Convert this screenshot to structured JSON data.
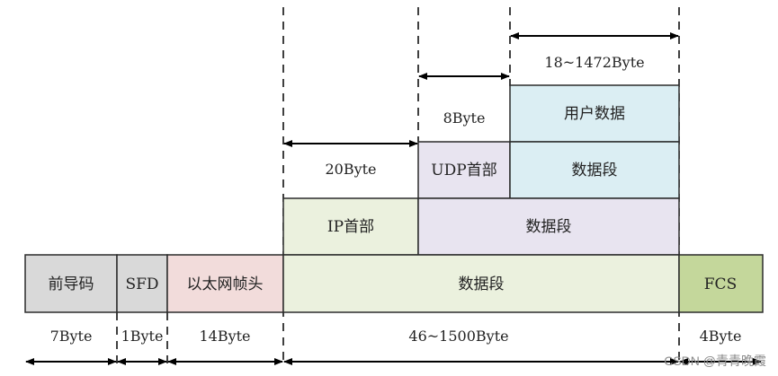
{
  "frame_row": {
    "preamble": "前导码",
    "sfd": "SFD",
    "eth_header": "以太网帧头",
    "data": "数据段",
    "fcs": "FCS"
  },
  "ip_row": {
    "ip_header": "IP首部",
    "data": "数据段"
  },
  "udp_row": {
    "udp_header": "UDP首部",
    "data": "数据段"
  },
  "user_row": {
    "user_data": "用户数据"
  },
  "sizes": {
    "preamble": "7Byte",
    "sfd": "1Byte",
    "eth_header": "14Byte",
    "data": "46~1500Byte",
    "fcs": "4Byte",
    "ip_header": "20Byte",
    "udp_header": "8Byte",
    "user_data": "18~1472Byte"
  },
  "watermark": "CSDN @青青晚霞",
  "colors": {
    "gray": "#d9d9d9",
    "pink": "#f2dcdb",
    "green": "#ebf1de",
    "fcs_green": "#c4d79b",
    "lavender": "#e8e4f0",
    "cyan": "#dbeef3",
    "border": "#2b2b2b"
  }
}
